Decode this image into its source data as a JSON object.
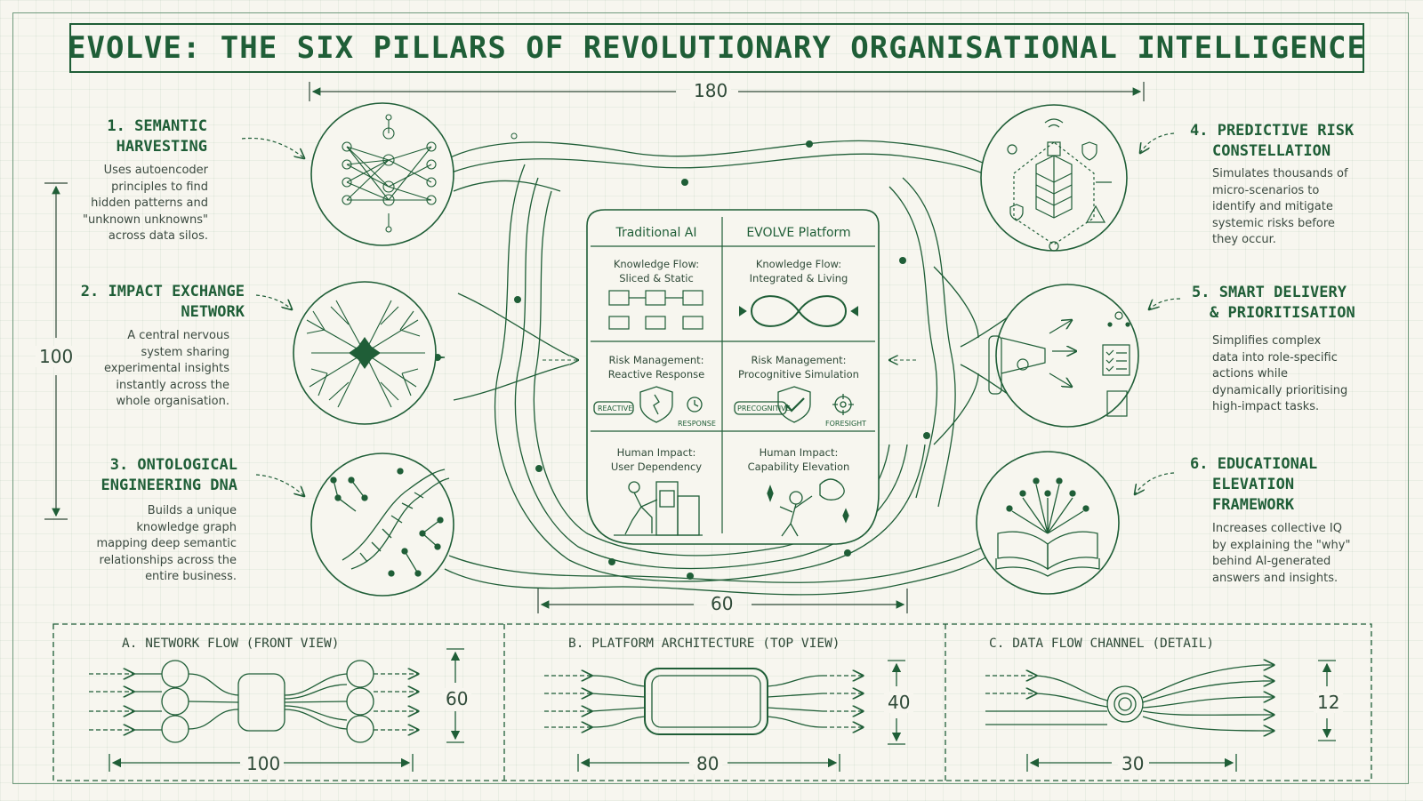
{
  "title": "EVOLVE: THE SIX PILLARS OF REVOLUTIONARY ORGANISATIONAL INTELLIGENCE",
  "dimensions": {
    "width": "180",
    "height": "100",
    "center_width": "60"
  },
  "pillars": [
    {
      "number": "1.",
      "title_lines": [
        "1. SEMANTIC",
        "HARVESTING"
      ],
      "description_lines": [
        "Uses autoencoder",
        "principles to find",
        "hidden patterns and",
        "\"unknown unknowns\"",
        "across data silos."
      ],
      "icon": "neural-network-icon"
    },
    {
      "title_lines": [
        "2. IMPACT EXCHANGE",
        "NETWORK"
      ],
      "description_lines": [
        "A central nervous",
        "system sharing",
        "experimental insights",
        "instantly across the",
        "whole organisation."
      ],
      "icon": "neuron-tree-icon"
    },
    {
      "title_lines": [
        "3. ONTOLOGICAL",
        "ENGINEERING DNA"
      ],
      "description_lines": [
        "Builds a unique",
        "knowledge graph",
        "mapping deep semantic",
        "relationships across the",
        "entire business."
      ],
      "icon": "dna-helix-icon"
    },
    {
      "title_lines": [
        "4. PREDICTIVE RISK",
        "CONSTELLATION"
      ],
      "description_lines": [
        "Simulates thousands of",
        "micro-scenarios to",
        "identify and mitigate",
        "systemic risks before",
        "they occur."
      ],
      "icon": "fortress-shield-icon"
    },
    {
      "title_lines": [
        "5. SMART DELIVERY",
        "& PRIORITISATION"
      ],
      "description_lines": [
        "Simplifies complex",
        "data into role-specific",
        "actions while",
        "dynamically prioritising",
        "high-impact tasks."
      ],
      "icon": "funnel-checklist-icon"
    },
    {
      "title_lines": [
        "6. EDUCATIONAL",
        "ELEVATION",
        "FRAMEWORK"
      ],
      "description_lines": [
        "Increases collective IQ",
        "by explaining the \"why\"",
        "behind AI-generated",
        "answers and insights."
      ],
      "icon": "open-book-icon"
    }
  ],
  "comparison": {
    "col_left": "Traditional AI",
    "col_right": "EVOLVE Platform",
    "rows": [
      {
        "left_lines": [
          "Knowledge Flow:",
          "Sliced & Static"
        ],
        "right_lines": [
          "Knowledge Flow:",
          "Integrated & Living"
        ]
      },
      {
        "left_lines": [
          "Risk Management:",
          "Reactive Response"
        ],
        "right_lines": [
          "Risk Management:",
          "Procognitive Simulation"
        ],
        "left_tags": [
          "REACTIVE",
          "RESPONSE"
        ],
        "right_tags": [
          "PRECOGNITIVE",
          "FORESIGHT"
        ]
      },
      {
        "left_lines": [
          "Human Impact:",
          "User Dependency"
        ],
        "right_lines": [
          "Human Impact:",
          "Capability Elevation"
        ]
      }
    ]
  },
  "views": [
    {
      "title": "A. NETWORK FLOW (FRONT VIEW)",
      "width": "100",
      "height": "60"
    },
    {
      "title": "B. PLATFORM ARCHITECTURE (TOP VIEW)",
      "width": "80",
      "height": "40"
    },
    {
      "title": "C. DATA FLOW CHANNEL (DETAIL)",
      "width": "30",
      "height": "12"
    }
  ],
  "colors": {
    "ink": "#1f5e37",
    "text": "#3b4a40",
    "paper": "#f7f6ef",
    "grid": "#dfe6da"
  }
}
